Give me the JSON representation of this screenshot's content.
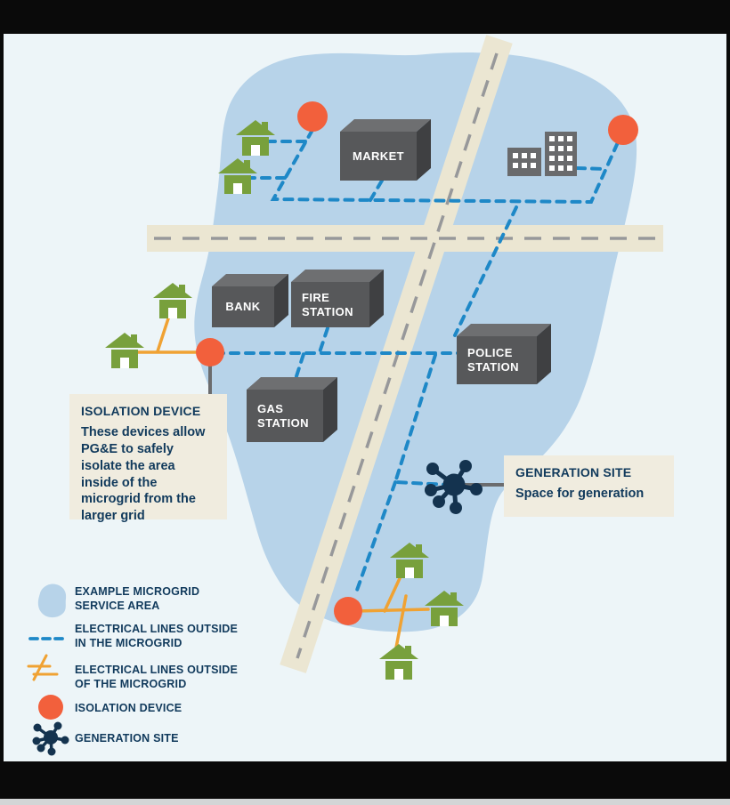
{
  "buildings": {
    "market": "MARKET",
    "bank": "BANK",
    "fire_line1": "FIRE",
    "fire_line2": "STATION",
    "police_line1": "POLICE",
    "police_line2": "STATION",
    "gas_line1": "GAS",
    "gas_line2": "STATION"
  },
  "callouts": {
    "isolation": {
      "title": "ISOLATION DEVICE",
      "body": "These devices allow PG&E to safely isolate the area inside of the microgrid from the larger grid"
    },
    "generation": {
      "title": "GENERATION SITE",
      "body": "Space for generation"
    }
  },
  "legend": {
    "items": [
      {
        "icon": "service-area-blob-icon",
        "line1": "EXAMPLE MICROGRID",
        "line2": "SERVICE AREA"
      },
      {
        "icon": "microgrid-dashed-line-icon",
        "line1": "ELECTRICAL LINES OUTSIDE",
        "line2": "IN THE MICROGRID"
      },
      {
        "icon": "outside-line-break-icon",
        "line1": "ELECTRICAL LINES OUTSIDE",
        "line2": "OF THE MICROGRID"
      },
      {
        "icon": "isolation-device-icon",
        "line1": "ISOLATION DEVICE",
        "line2": ""
      },
      {
        "icon": "generation-site-icon",
        "line1": "GENERATION SITE",
        "line2": ""
      }
    ]
  },
  "colors": {
    "background": "#edf5f8",
    "service_area_blue": "#b7d3e9",
    "road_beige": "#ebe6d2",
    "road_dash_gray": "#97989a",
    "microgrid_line_blue": "#1e88c7",
    "outside_line_orange": "#f0a233",
    "isolation_orange": "#f2603c",
    "navy": "#113a5c",
    "building_gray": "#57585a",
    "house_green": "#78a03c",
    "callout_beige": "#f0ecdf",
    "frame_black": "#0a0a0a"
  }
}
